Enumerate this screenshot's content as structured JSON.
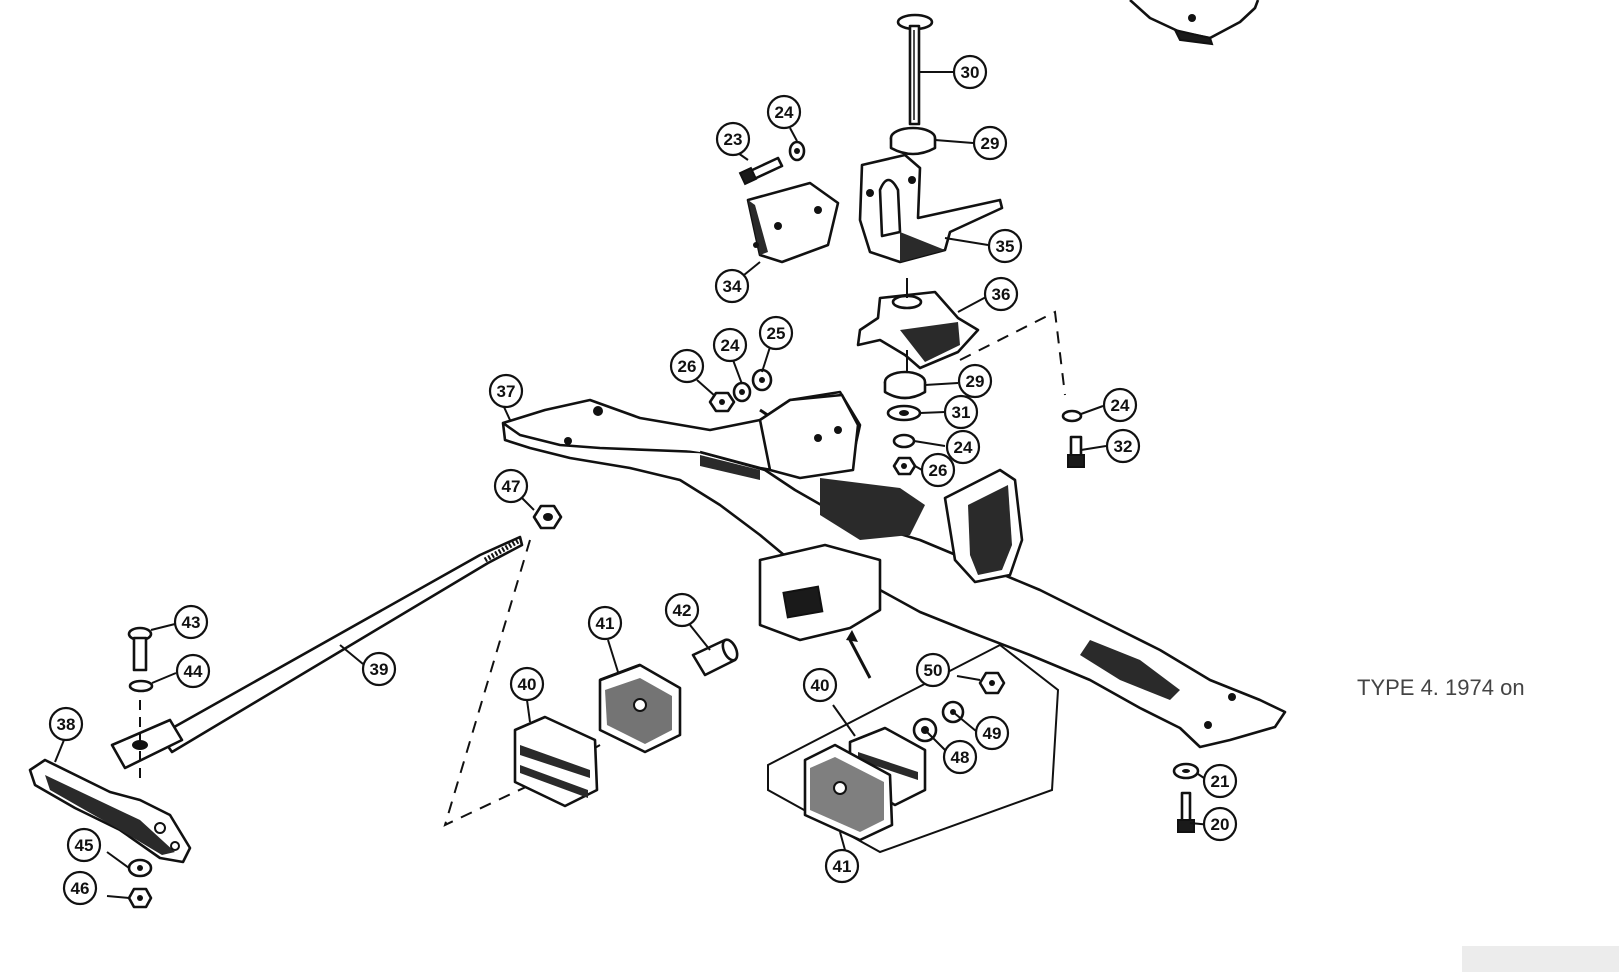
{
  "caption": "TYPE 4. 1974 on",
  "callouts": [
    {
      "id": "c30",
      "label": "30"
    },
    {
      "id": "c29a",
      "label": "29"
    },
    {
      "id": "c24a",
      "label": "24"
    },
    {
      "id": "c23",
      "label": "23"
    },
    {
      "id": "c35",
      "label": "35"
    },
    {
      "id": "c34",
      "label": "34"
    },
    {
      "id": "c36",
      "label": "36"
    },
    {
      "id": "c24b",
      "label": "24"
    },
    {
      "id": "c25",
      "label": "25"
    },
    {
      "id": "c26a",
      "label": "26"
    },
    {
      "id": "c37",
      "label": "37"
    },
    {
      "id": "c29b",
      "label": "29"
    },
    {
      "id": "c31",
      "label": "31"
    },
    {
      "id": "c24c",
      "label": "24"
    },
    {
      "id": "c26b",
      "label": "26"
    },
    {
      "id": "c24d",
      "label": "24"
    },
    {
      "id": "c32",
      "label": "32"
    },
    {
      "id": "c47",
      "label": "47"
    },
    {
      "id": "c43",
      "label": "43"
    },
    {
      "id": "c44",
      "label": "44"
    },
    {
      "id": "c39",
      "label": "39"
    },
    {
      "id": "c41a",
      "label": "41"
    },
    {
      "id": "c42",
      "label": "42"
    },
    {
      "id": "c40a",
      "label": "40"
    },
    {
      "id": "c50",
      "label": "50"
    },
    {
      "id": "c40b",
      "label": "40"
    },
    {
      "id": "c49",
      "label": "49"
    },
    {
      "id": "c48",
      "label": "48"
    },
    {
      "id": "c41b",
      "label": "41"
    },
    {
      "id": "c38",
      "label": "38"
    },
    {
      "id": "c45",
      "label": "45"
    },
    {
      "id": "c46",
      "label": "46"
    },
    {
      "id": "c21",
      "label": "21"
    },
    {
      "id": "c20",
      "label": "20"
    }
  ]
}
